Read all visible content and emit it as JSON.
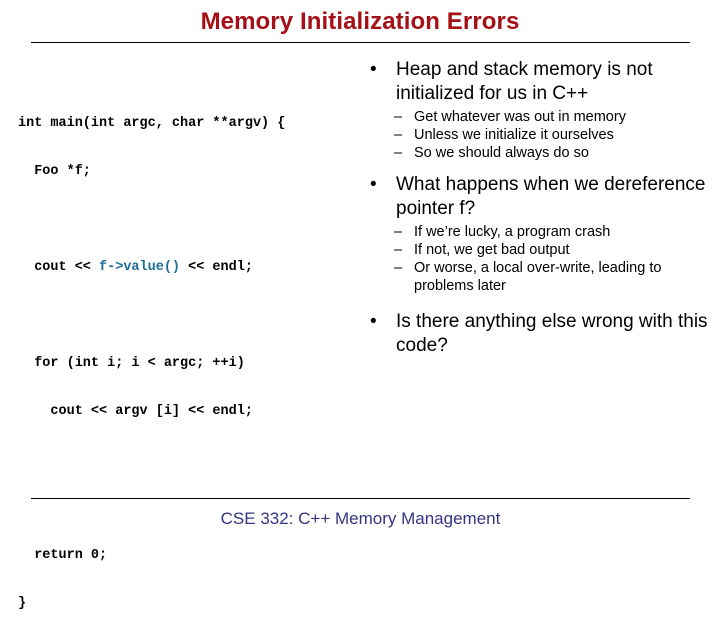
{
  "slide": {
    "title": "Memory Initialization Errors",
    "title_color": "#a50f16",
    "footer": "CSE 332: C++ Memory Management",
    "footer_color": "#343484",
    "accent_code_color": "#1d6e99",
    "rule_color": "#000000",
    "background": "#ffffff"
  },
  "code": {
    "language": "cpp",
    "lines": [
      {
        "id": "l1",
        "text": "int main(int argc, char **argv) {"
      },
      {
        "id": "l2",
        "text": "  Foo *f;"
      },
      {
        "id": "l3",
        "text": ""
      },
      {
        "id": "l4",
        "pre": "  cout << ",
        "accent": "f->value()",
        "post": " << endl;"
      },
      {
        "id": "l5",
        "text": ""
      },
      {
        "id": "l6",
        "text": "  for (int i; i < argc; ++i)"
      },
      {
        "id": "l7",
        "text": "    cout << argv [i] << endl;"
      },
      {
        "id": "l8",
        "text": ""
      },
      {
        "id": "l9",
        "text": "  return 0;"
      },
      {
        "id": "l10",
        "text": "}"
      }
    ]
  },
  "bullets": {
    "marker_level1": "•",
    "marker_level2": "–",
    "items": [
      {
        "id": "bullet-heap-stack",
        "level": 1,
        "text": "Heap and stack memory is not initialized for us in C++",
        "children": [
          {
            "id": "sub-get-whatever",
            "level": 2,
            "text": "Get whatever was out in memory"
          },
          {
            "id": "sub-unless-init",
            "level": 2,
            "text": "Unless we initialize it ourselves"
          },
          {
            "id": "sub-always-do-so",
            "level": 2,
            "text": "So we should always do so"
          }
        ]
      },
      {
        "id": "bullet-dereference",
        "level": 1,
        "text": "What happens when we dereference pointer f?",
        "children": [
          {
            "id": "sub-lucky-crash",
            "level": 2,
            "text": "If we’re lucky, a program crash"
          },
          {
            "id": "sub-bad-output",
            "level": 2,
            "text": "If not, we get bad output"
          },
          {
            "id": "sub-over-write",
            "level": 2,
            "text": "Or worse, a local over-write, leading to problems later"
          }
        ]
      },
      {
        "id": "bullet-anything-else",
        "level": 1,
        "text": "Is there anything else wrong with this code?",
        "children": []
      }
    ]
  }
}
